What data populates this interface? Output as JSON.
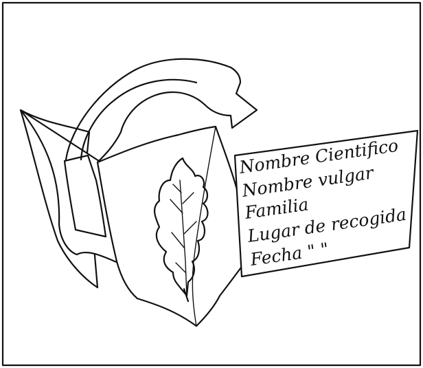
{
  "label_card": {
    "lines": [
      "Nombre Cientifico",
      "Nombre vulgar",
      "Familia",
      "Lugar de recogida",
      "Fecha  \"     \""
    ]
  },
  "colors": {
    "ink": "#111111",
    "paper": "#ffffff"
  },
  "icons": {
    "arrow": "curved-arrow",
    "leaf": "holly-leaf-icon"
  }
}
